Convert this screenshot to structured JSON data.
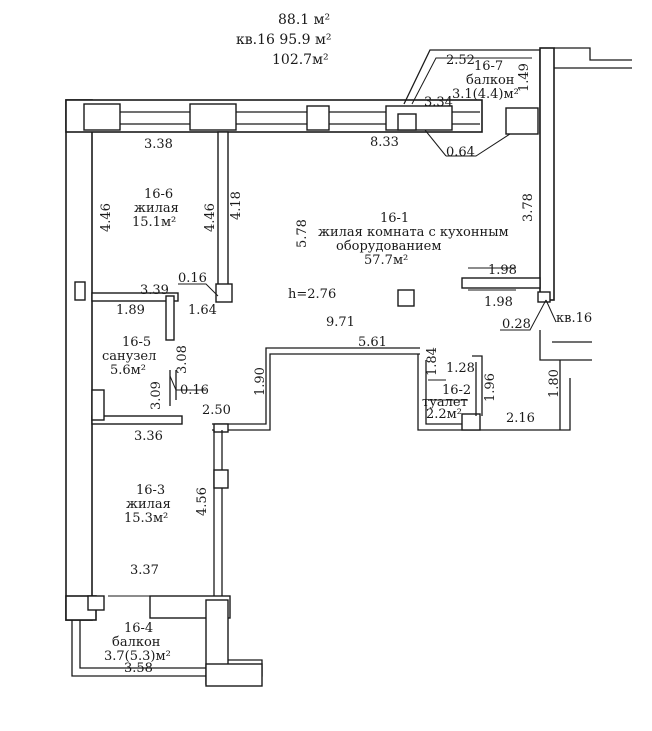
{
  "areas": {
    "living": "88.1 м²",
    "flat": "кв.16 95.9 м²",
    "total": "102.7м²"
  },
  "rooms": {
    "r1": {
      "id": "16-1",
      "name1": "жилая комната с кухонным",
      "name2": "оборудованием",
      "area": "57.7м²"
    },
    "r2": {
      "id": "16-2",
      "name": "туалет",
      "area": "2.2м²"
    },
    "r3": {
      "id": "16-3",
      "name": "жилая",
      "area": "15.3м²"
    },
    "r4": {
      "id": "16-4",
      "name": "балкон",
      "area": "3.7(5.3)м²"
    },
    "r5": {
      "id": "16-5",
      "name": "санузел",
      "area": "5.6м²"
    },
    "r6": {
      "id": "16-6",
      "name": "жилая",
      "area": "15.1м²"
    },
    "r7": {
      "id": "16-7",
      "name": "балкон",
      "area": "3.1(4.4)м²"
    }
  },
  "height": "h=2.76",
  "neighbor": "кв.16",
  "dims": {
    "d252": "2.52",
    "d149": "1.49",
    "d334": "3.34",
    "d338": "3.38",
    "d833": "8.33",
    "d064": "0.64",
    "d446a": "4.46",
    "d446b": "4.46",
    "d418": "4.18",
    "d578": "5.78",
    "d378": "3.78",
    "d198a": "1.98",
    "d198b": "1.98",
    "d028": "0.28",
    "d016a": "0.16",
    "d339": "3.39",
    "d189": "1.89",
    "d164": "1.64",
    "d308": "3.08",
    "d971": "9.71",
    "d561": "5.61",
    "d184": "1.84",
    "d128": "1.28",
    "d196": "1.96",
    "d180": "1.80",
    "d309": "3.09",
    "d016b": "0.16",
    "d190": "1.90",
    "d250": "2.50",
    "d216": "2.16",
    "d336": "3.36",
    "d456": "4.56",
    "d337": "3.37",
    "d358": "3.58"
  }
}
